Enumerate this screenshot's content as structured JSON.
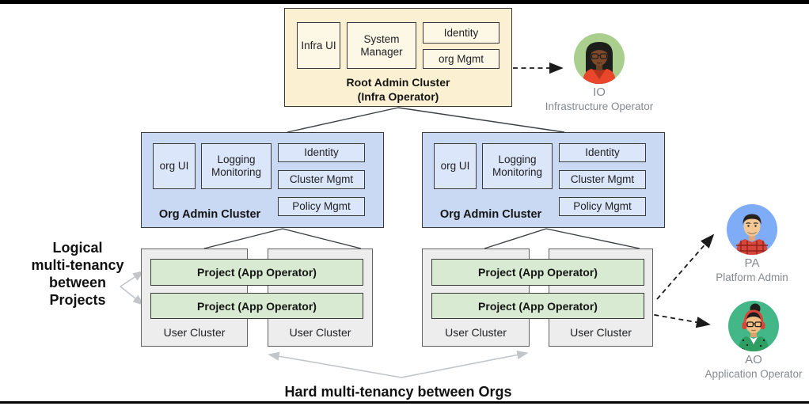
{
  "root_cluster": {
    "title": "Root Admin Cluster\n(Infra Operator)",
    "modules": [
      "Infra UI",
      "System Manager",
      "Identity",
      "org Mgmt"
    ]
  },
  "org_clusters": [
    {
      "title": "Org Admin Cluster",
      "modules": [
        "org UI",
        "Logging Monitoring",
        "Identity",
        "Cluster Mgmt",
        "Policy Mgmt"
      ]
    },
    {
      "title": "Org Admin Cluster",
      "modules": [
        "org UI",
        "Logging Monitoring",
        "Identity",
        "Cluster Mgmt",
        "Policy Mgmt"
      ]
    }
  ],
  "user_groups": [
    {
      "projects": [
        "Project (App Operator)",
        "Project (App Operator)"
      ],
      "clusters": [
        "User Cluster",
        "User Cluster"
      ]
    },
    {
      "projects": [
        "Project (App Operator)",
        "Project (App Operator)"
      ],
      "clusters": [
        "User Cluster",
        "User Cluster"
      ]
    }
  ],
  "annotations": {
    "logical_multitenancy": "Logical\nmulti-tenancy\nbetween\nProjects",
    "hard_multitenancy": "Hard multi-tenancy between Orgs"
  },
  "personas": [
    {
      "abbr": "IO",
      "role": "Infrastructure Operator",
      "avatar": "person-long-hair-glasses-orange-top",
      "circle_color": "#A9CE8D"
    },
    {
      "abbr": "PA",
      "role": "Platform Admin",
      "avatar": "person-mustache-red-plaid-shirt",
      "circle_color": "#7FACF6"
    },
    {
      "abbr": "AO",
      "role": "Application Operator",
      "avatar": "person-headphones-glasses-green-top",
      "circle_color": "#44B789"
    }
  ],
  "colors": {
    "root_fill": "#FBF1D2",
    "root_module_fill": "#FDF8E6",
    "org_fill": "#C9D9F3",
    "org_module_fill": "#DBE6FA",
    "user_fill": "#EDEDED",
    "project_fill": "#D8EAD1",
    "connector": "#3c4043",
    "dashed_arrow": "#1a1a1a",
    "gray_arrow": "#c3c6c9"
  }
}
